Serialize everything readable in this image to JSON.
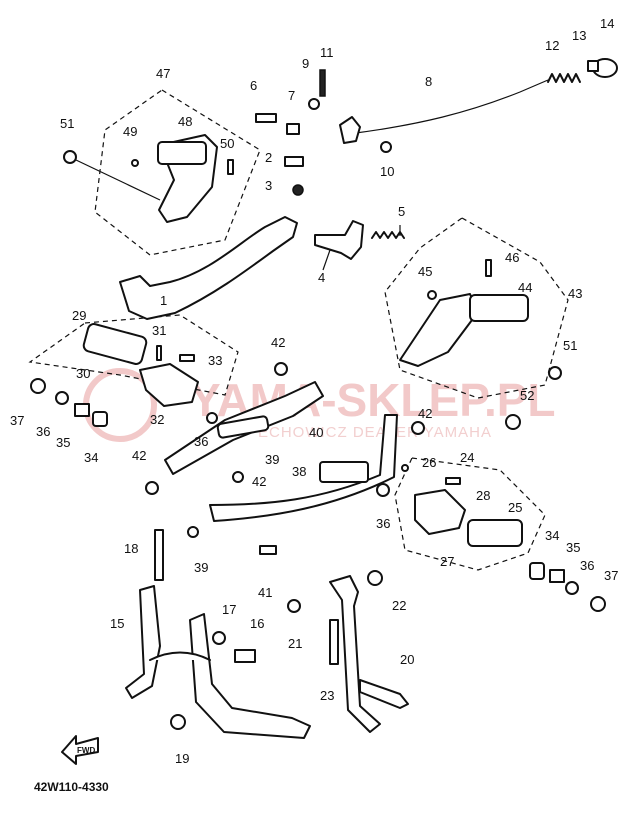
{
  "diagram": {
    "code": "42W110-4330",
    "watermark": "YAMA-SKLEP.PL",
    "watermark_sub": "ECHOWICZ DEALER YAMAHA",
    "fwd_label": "FWD",
    "labels": [
      "1",
      "2",
      "3",
      "4",
      "5",
      "6",
      "7",
      "8",
      "9",
      "10",
      "11",
      "12",
      "13",
      "14",
      "15",
      "16",
      "17",
      "18",
      "19",
      "20",
      "21",
      "22",
      "23",
      "24",
      "25",
      "26",
      "27",
      "28",
      "29",
      "30",
      "31",
      "32",
      "33",
      "34",
      "35",
      "36",
      "37",
      "38",
      "39",
      "40",
      "41",
      "42",
      "43",
      "44",
      "45",
      "46",
      "47",
      "48",
      "49",
      "50",
      "51",
      "52"
    ],
    "repeated_labels": [
      "36",
      "36",
      "36",
      "37",
      "42",
      "42",
      "42",
      "39",
      "34",
      "35",
      "51"
    ]
  }
}
